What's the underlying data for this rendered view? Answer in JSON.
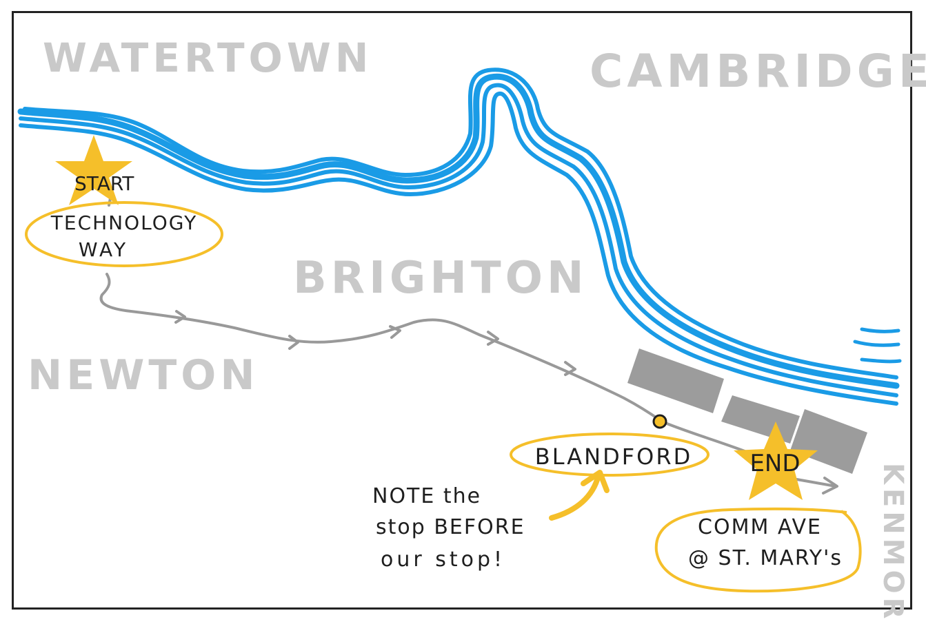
{
  "map": {
    "neighborhoods": {
      "watertown": "WATERTOWN",
      "cambridge": "CAMBRIDGE",
      "brighton": "BRIGHTON",
      "newton": "NEWTON",
      "kenmore": "KENMORE"
    },
    "start": {
      "marker_label": "START",
      "place_line1": "TECHNOLOGY",
      "place_line2": "WAY"
    },
    "end": {
      "marker_label": "END",
      "place_line1": "COMM AVE",
      "place_line2": "@ ST. MARY's"
    },
    "stop_before": {
      "label": "BLANDFORD"
    },
    "note": {
      "line1": "NOTE the",
      "line2": "stop BEFORE",
      "line3": "our stop!"
    },
    "colors": {
      "river": "#1a9be6",
      "route": "#999999",
      "highlight": "#f5bf2a",
      "town_label": "#c9c9c9",
      "buildings": "#9c9c9c",
      "ink": "#1e1e1e",
      "frame": "#222222"
    },
    "icons": [
      "star-icon",
      "arrow-icon",
      "stop-dot-icon"
    ]
  }
}
